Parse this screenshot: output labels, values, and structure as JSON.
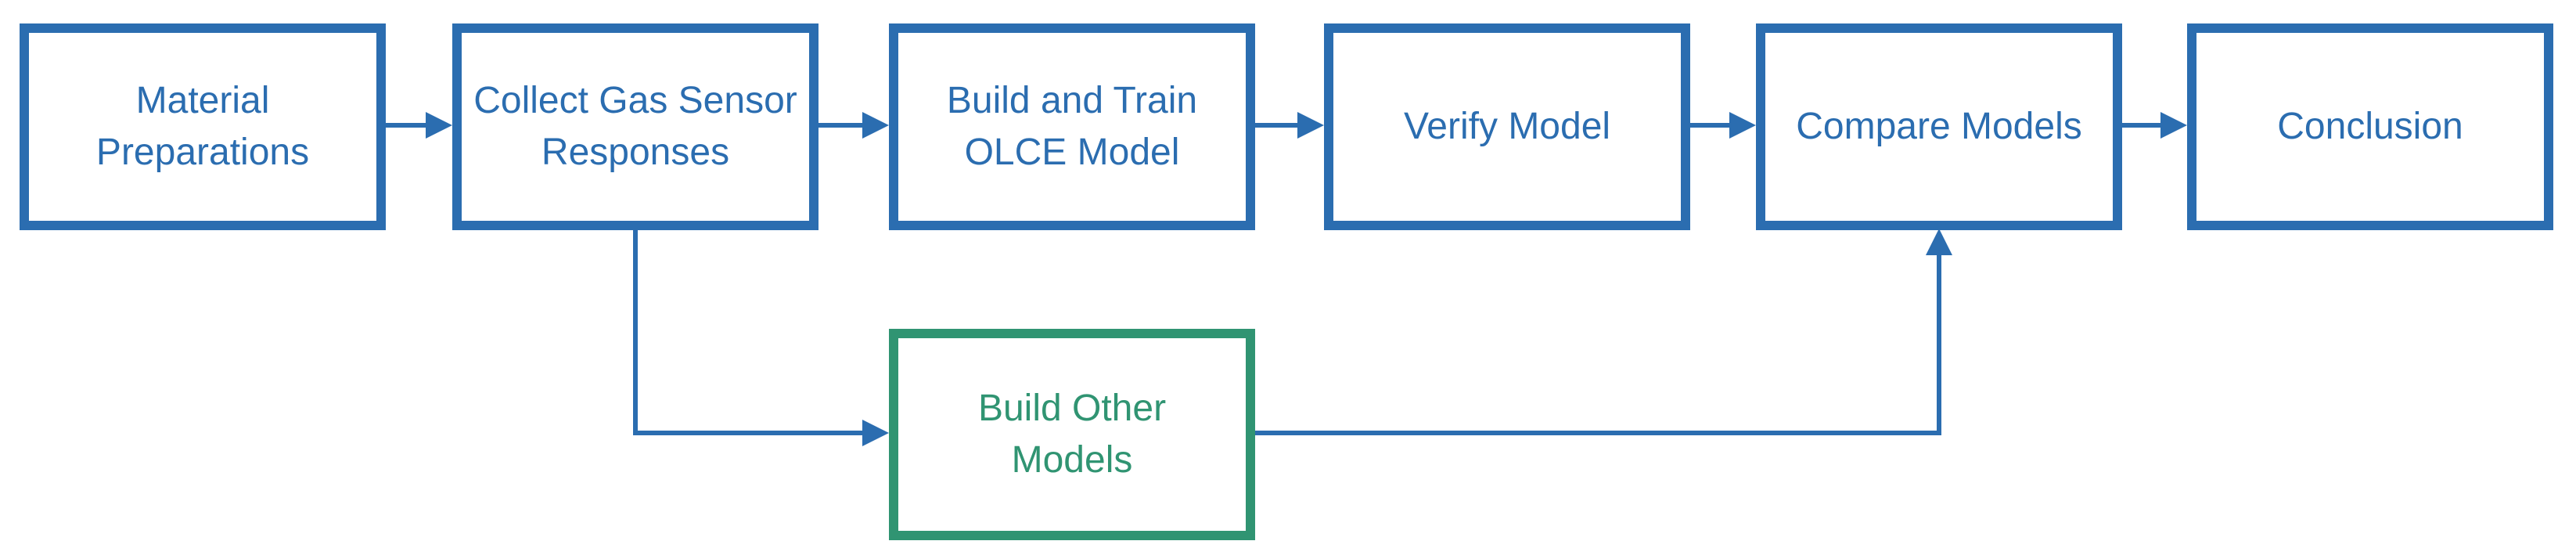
{
  "diagram": {
    "type": "flowchart",
    "background": "#ffffff",
    "colors": {
      "blue": "#2b6db0",
      "green": "#309472"
    },
    "nodes": [
      {
        "id": "material-preparations",
        "label": "Material\nPreparations",
        "color": "blue"
      },
      {
        "id": "collect-gas-sensor-responses",
        "label": "Collect Gas Sensor\nResponses",
        "color": "blue"
      },
      {
        "id": "build-and-train-olce-model",
        "label": "Build and Train\nOLCE Model",
        "color": "blue"
      },
      {
        "id": "verify-model",
        "label": "Verify Model",
        "color": "blue"
      },
      {
        "id": "compare-models",
        "label": "Compare Models",
        "color": "blue"
      },
      {
        "id": "conclusion",
        "label": "Conclusion",
        "color": "blue"
      },
      {
        "id": "build-other-models",
        "label": "Build Other\nModels",
        "color": "green"
      }
    ],
    "edges": [
      {
        "from": "material-preparations",
        "to": "collect-gas-sensor-responses",
        "style": "straight-right"
      },
      {
        "from": "collect-gas-sensor-responses",
        "to": "build-and-train-olce-model",
        "style": "straight-right"
      },
      {
        "from": "build-and-train-olce-model",
        "to": "verify-model",
        "style": "straight-right"
      },
      {
        "from": "verify-model",
        "to": "compare-models",
        "style": "straight-right"
      },
      {
        "from": "compare-models",
        "to": "conclusion",
        "style": "straight-right"
      },
      {
        "from": "collect-gas-sensor-responses",
        "to": "build-other-models",
        "style": "elbow-down-right"
      },
      {
        "from": "build-other-models",
        "to": "compare-models",
        "style": "elbow-right-up"
      }
    ]
  }
}
